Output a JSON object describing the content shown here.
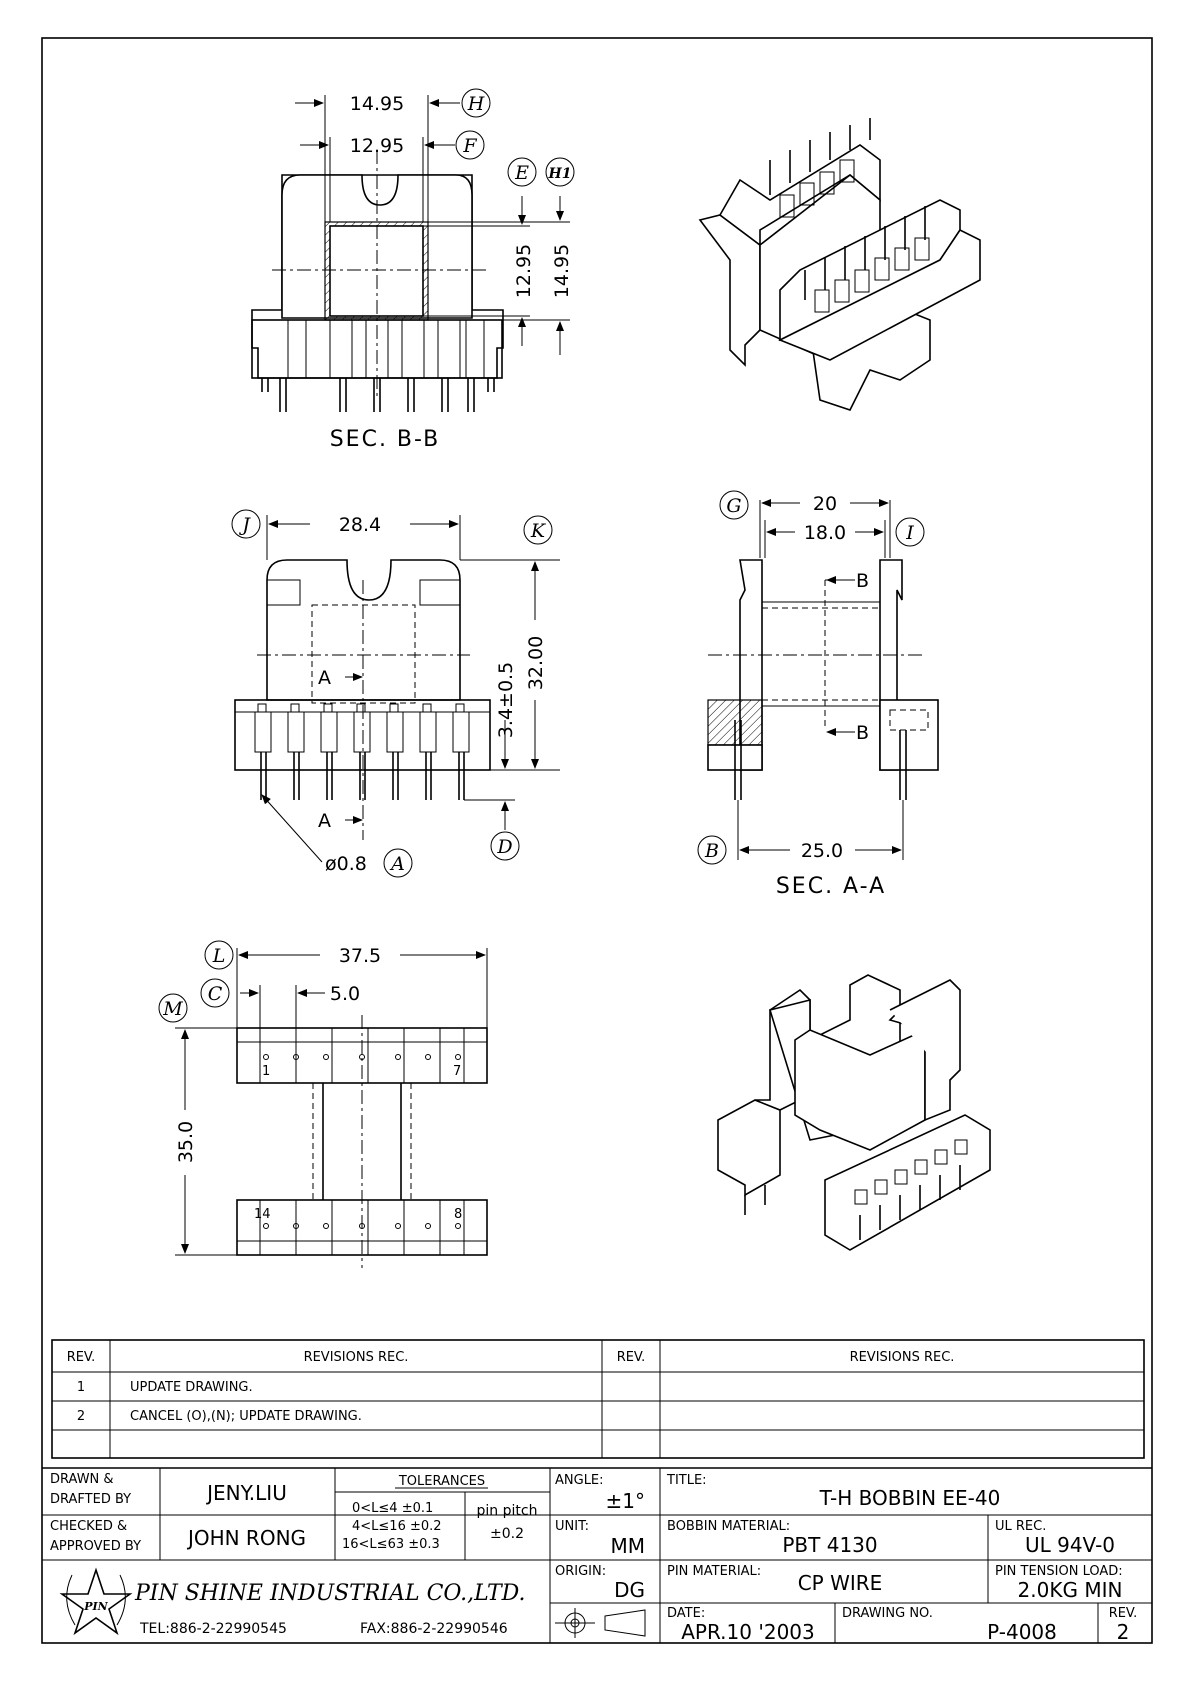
{
  "views": {
    "sec_bb": {
      "title": "SEC. B-B",
      "dim_top_outer": "14.95",
      "dim_top_inner": "12.95",
      "dim_side_inner": "12.95",
      "dim_side_outer": "14.95",
      "label_h": "H",
      "label_f": "F",
      "label_e": "E",
      "label_h1": "H1"
    },
    "front": {
      "dim_width": "28.4",
      "dim_height": "32.00",
      "dim_pin": "3.4±0.5",
      "dim_dia": "ø0.8",
      "section_mark": "A",
      "label_j": "J",
      "label_k": "K",
      "label_a": "A",
      "label_d": "D"
    },
    "sec_aa": {
      "title": "SEC. A-A",
      "dim_outer": "20",
      "dim_inner": "18.0",
      "dim_pins": "25.0",
      "section_mark": "B",
      "label_g": "G",
      "label_i": "I",
      "label_b": "B"
    },
    "bottom": {
      "dim_width": "37.5",
      "dim_pitch": "5.0",
      "dim_height": "35.0",
      "pin_1": "1",
      "pin_7": "7",
      "pin_14": "14",
      "pin_8": "8",
      "label_l": "L",
      "label_c": "C",
      "label_m": "M"
    }
  },
  "revisions": {
    "rev_header": "REV.",
    "rec_header": "REVISIONS  REC.",
    "rows": [
      {
        "rev": "1",
        "text": "UPDATE DRAWING."
      },
      {
        "rev": "2",
        "text": "CANCEL (O),(N); UPDATE DRAWING."
      }
    ]
  },
  "title_block": {
    "drawn_label_1": "DRAWN &",
    "drawn_label_2": "DRAFTED BY",
    "drawn_value": "JENY.LIU",
    "checked_label_1": "CHECKED &",
    "checked_label_2": "APPROVED BY",
    "checked_value": "JOHN RONG",
    "tolerances_label": "TOLERANCES",
    "tol_1": "0<L≤4    ±0.1",
    "tol_2": "4<L≤16  ±0.2",
    "tol_3": "16<L≤63  ±0.3",
    "pin_pitch_label": "pin pitch",
    "pin_pitch_value": "±0.2",
    "angle_label": "ANGLE:",
    "angle_value": "±1°",
    "unit_label": "UNIT:",
    "unit_value": "MM",
    "origin_label": "ORIGIN:",
    "origin_value": "DG",
    "title_label": "TITLE:",
    "title_value": "T-H BOBBIN EE-40",
    "bobbin_material_label": "BOBBIN MATERIAL:",
    "bobbin_material_value": "PBT 4130",
    "ul_label": "UL REC.",
    "ul_value": "UL 94V-0",
    "pin_material_label": "PIN MATERIAL:",
    "pin_material_value": "CP WIRE",
    "pin_tension_label": "PIN TENSION LOAD:",
    "pin_tension_value": "2.0KG MIN",
    "date_label": "DATE:",
    "date_value": "APR.10 '2003",
    "drawing_no_label": "DRAWING NO.",
    "drawing_no_value": "P-4008",
    "rev_label": "REV.",
    "rev_value": "2",
    "company": "PIN SHINE INDUSTRIAL CO.,LTD.",
    "logo_text": "PIN",
    "tel": "TEL:886-2-22990545",
    "fax": "FAX:886-2-22990546"
  }
}
